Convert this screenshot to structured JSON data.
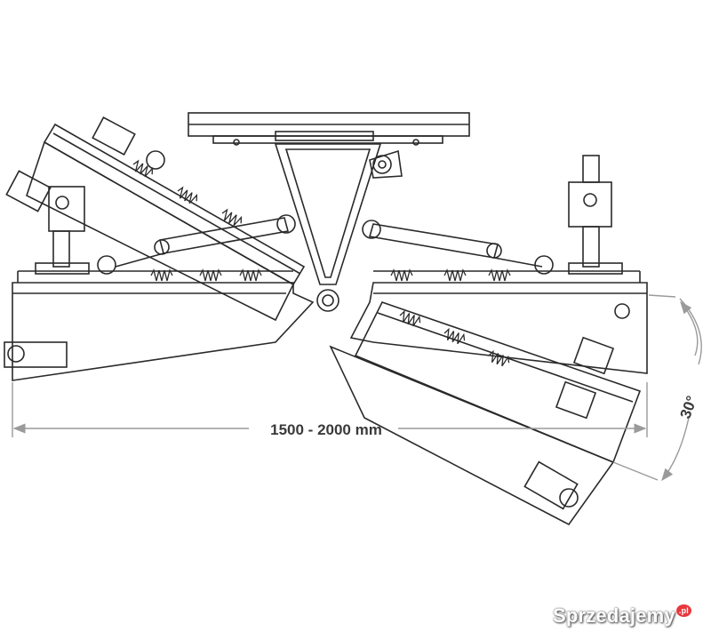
{
  "diagram": {
    "width_label": "1500 - 2000 mm",
    "angle_label": "30°"
  },
  "watermark": {
    "text": "Sprzedajemy",
    "suffix": ".pl"
  },
  "colors": {
    "stroke": "#2a2a2a",
    "dimension": "#9a9a9a",
    "background": "#ffffff"
  }
}
